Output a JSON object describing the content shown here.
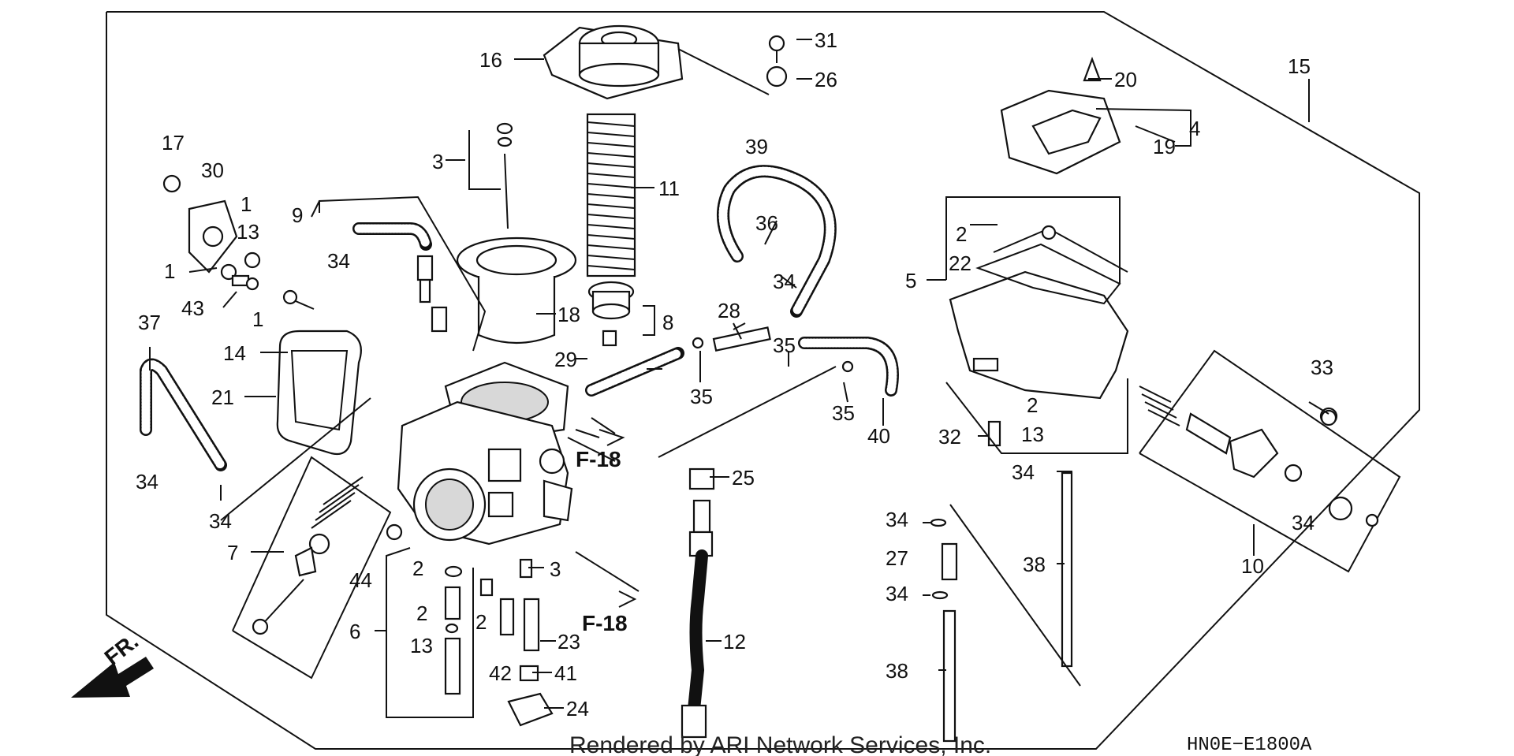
{
  "diagram": {
    "callouts": [
      "1",
      "1",
      "1",
      "2",
      "2",
      "2",
      "2",
      "2",
      "3",
      "3",
      "4",
      "5",
      "6",
      "7",
      "8",
      "9",
      "10",
      "11",
      "12",
      "13",
      "13",
      "13",
      "14",
      "15",
      "16",
      "17",
      "18",
      "19",
      "20",
      "21",
      "22",
      "23",
      "24",
      "25",
      "26",
      "27",
      "28",
      "29",
      "30",
      "31",
      "32",
      "33",
      "34",
      "34",
      "34",
      "34",
      "34",
      "34",
      "34",
      "34",
      "35",
      "35",
      "35",
      "36",
      "37",
      "38",
      "38",
      "39",
      "40",
      "41",
      "42",
      "43",
      "44"
    ],
    "refs": [
      "F-18",
      "F-18"
    ],
    "direction_label": "FR.",
    "footer": "Rendered by ARI Network Services, Inc.",
    "drawing_code": "HN0E−E1800A"
  }
}
